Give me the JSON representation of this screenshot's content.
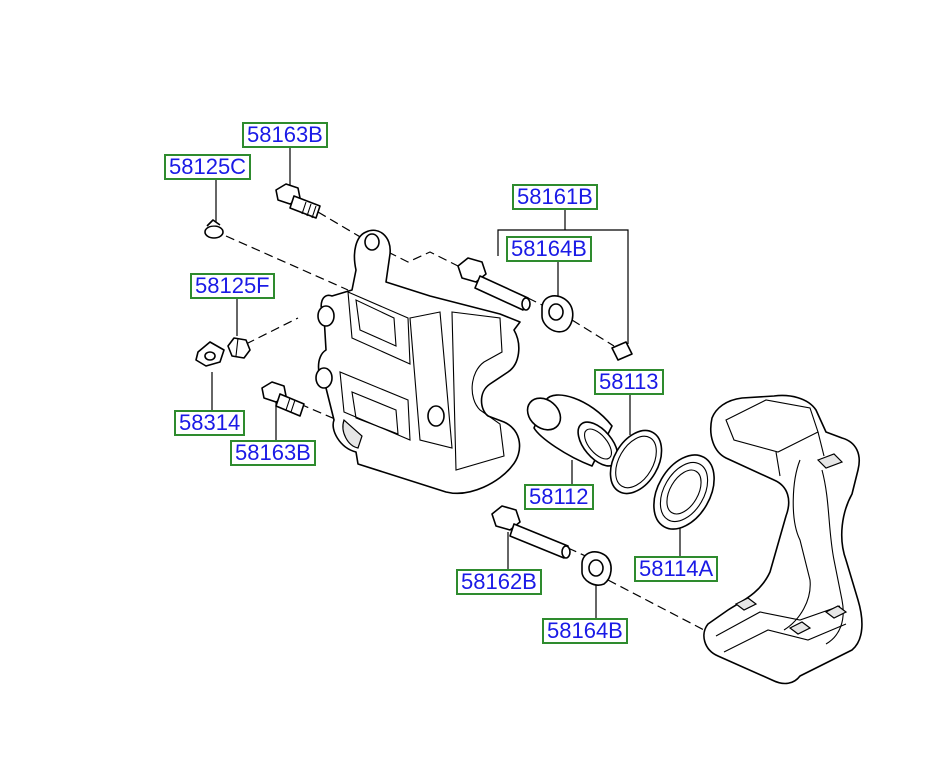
{
  "labels": {
    "l58163B_top": "58163B",
    "l58125C": "58125C",
    "l58161B": "58161B",
    "l58164B_top": "58164B",
    "l58125F": "58125F",
    "l58113": "58113",
    "l58314": "58314",
    "l58163B_bot": "58163B",
    "l58112": "58112",
    "l58162B": "58162B",
    "l58114A": "58114A",
    "l58164B_bot": "58164B"
  },
  "colors": {
    "label_text": "#1a1ae6",
    "label_border": "#2e8b2e"
  }
}
